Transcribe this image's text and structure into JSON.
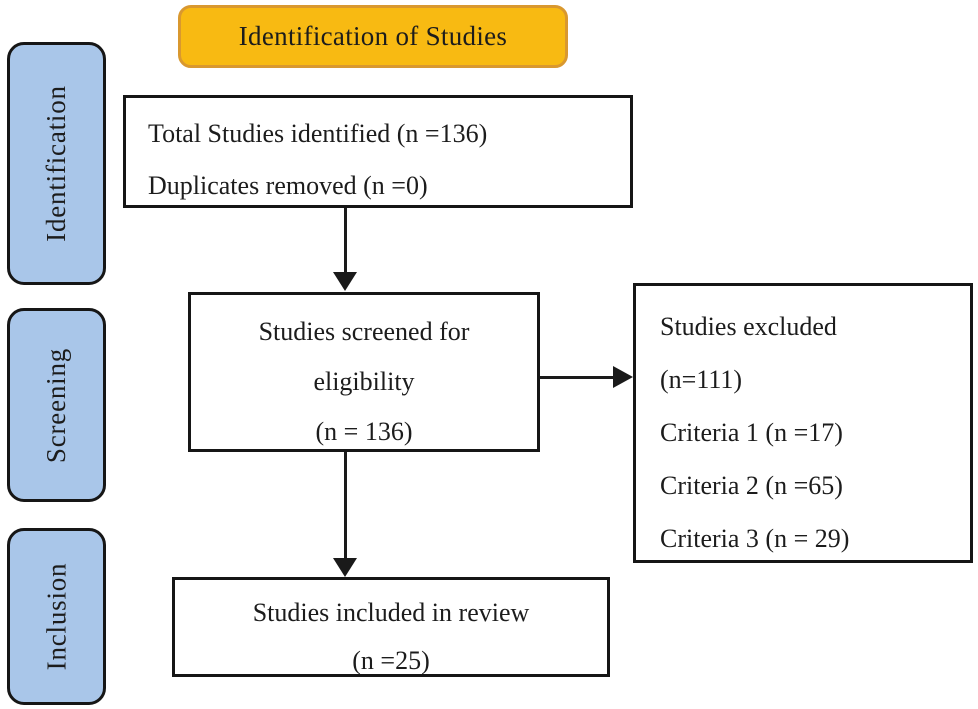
{
  "header": {
    "title": "Identification of Studies"
  },
  "sidebar": {
    "stages": [
      {
        "label": "Identification"
      },
      {
        "label": "Screening"
      },
      {
        "label": "Inclusion"
      }
    ]
  },
  "flow": {
    "identified": {
      "lines": [
        "Total Studies identified (n =136)",
        "Duplicates removed (n =0)"
      ]
    },
    "screened": {
      "lines": [
        "Studies screened for",
        "eligibility",
        "(n = 136)"
      ]
    },
    "excluded": {
      "lines": [
        "Studies excluded",
        "(n=111)",
        "Criteria 1 (n =17)",
        "Criteria 2 (n =65)",
        "Criteria 3 (n = 29)"
      ]
    },
    "included": {
      "lines": [
        "Studies included in review",
        "(n =25)"
      ]
    }
  },
  "counts": {
    "total_identified": 136,
    "duplicates_removed": 0,
    "screened": 136,
    "excluded_total": 111,
    "excluded_criteria_1": 17,
    "excluded_criteria_2": 65,
    "excluded_criteria_3": 29,
    "included": 25
  },
  "colors": {
    "header_fill": "#f8ba12",
    "header_border": "#d9982f",
    "stage_fill": "#a9c6e9",
    "box_border": "#161616",
    "background": "#ffffff"
  }
}
